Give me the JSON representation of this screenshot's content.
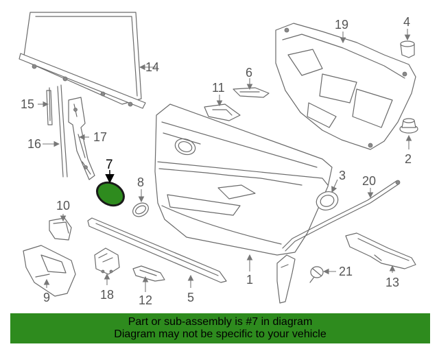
{
  "labels": {
    "p1": "1",
    "p2": "2",
    "p3": "3",
    "p4": "4",
    "p5": "5",
    "p6": "6",
    "p7": "7",
    "p8": "8",
    "p9": "9",
    "p10": "10",
    "p11": "11",
    "p12": "12",
    "p13": "13",
    "p14": "14",
    "p15": "15",
    "p16": "16",
    "p17": "17",
    "p18": "18",
    "p19": "19",
    "p20": "20",
    "p21": "21"
  },
  "banner": {
    "line1": "Part or sub-assembly is #7 in diagram",
    "line2": "Diagram may not be specific to your vehicle"
  },
  "colors": {
    "banner_bg": "#2e8b1e",
    "highlight_part": "#2e8b1e"
  }
}
